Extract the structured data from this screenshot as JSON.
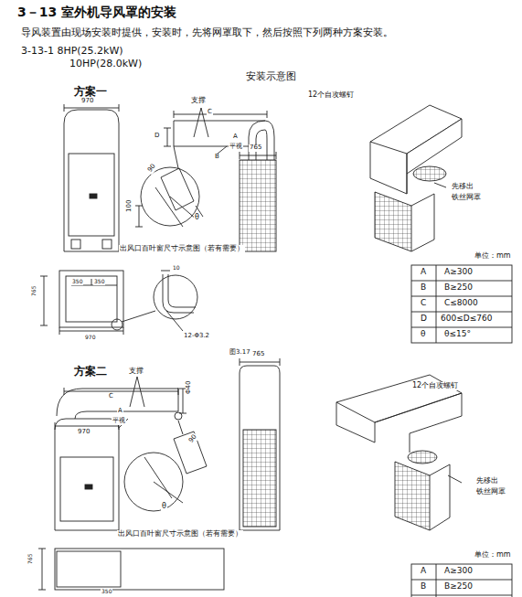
{
  "diagram": {
    "title": "3－13 室外机导风罩的安装",
    "labels": [
      "导风装置由现场安装时提供，安装时，先将网罩取下，然后按照下列两种方案安装。",
      "3-13-1 8HP(25.2kW)",
      "10HP(28.0kW)",
      "安装示意图",
      "方案一",
      "970",
      "支撑",
      "C",
      "D",
      "A",
      "平视",
      "B",
      "765",
      "90",
      "θ",
      "100",
      "出风口百叶窗尺寸示意图（若有需要）",
      "12个自攻螺钉",
      "先移出",
      "铁丝网罩",
      "单位：mm",
      "A",
      "A≥300",
      "B",
      "B≥250",
      "C",
      "C≤8000",
      "D",
      "600≤D≤760",
      "θ",
      "θ≤15°",
      "10",
      "350",
      "350",
      "765",
      "970",
      "12-Φ3.2",
      "图3.17",
      "方案二",
      "支撑",
      "C",
      "A",
      "平视",
      "970",
      "Φ40",
      "765",
      "90",
      "θ",
      "出风口百叶窗尺寸示意图（若有需要）",
      "12个自攻螺钉",
      "先移出",
      "铁丝网罩",
      "单位：mm",
      "A",
      "A≥300",
      "B",
      "B≥250",
      "765",
      "350"
    ]
  }
}
